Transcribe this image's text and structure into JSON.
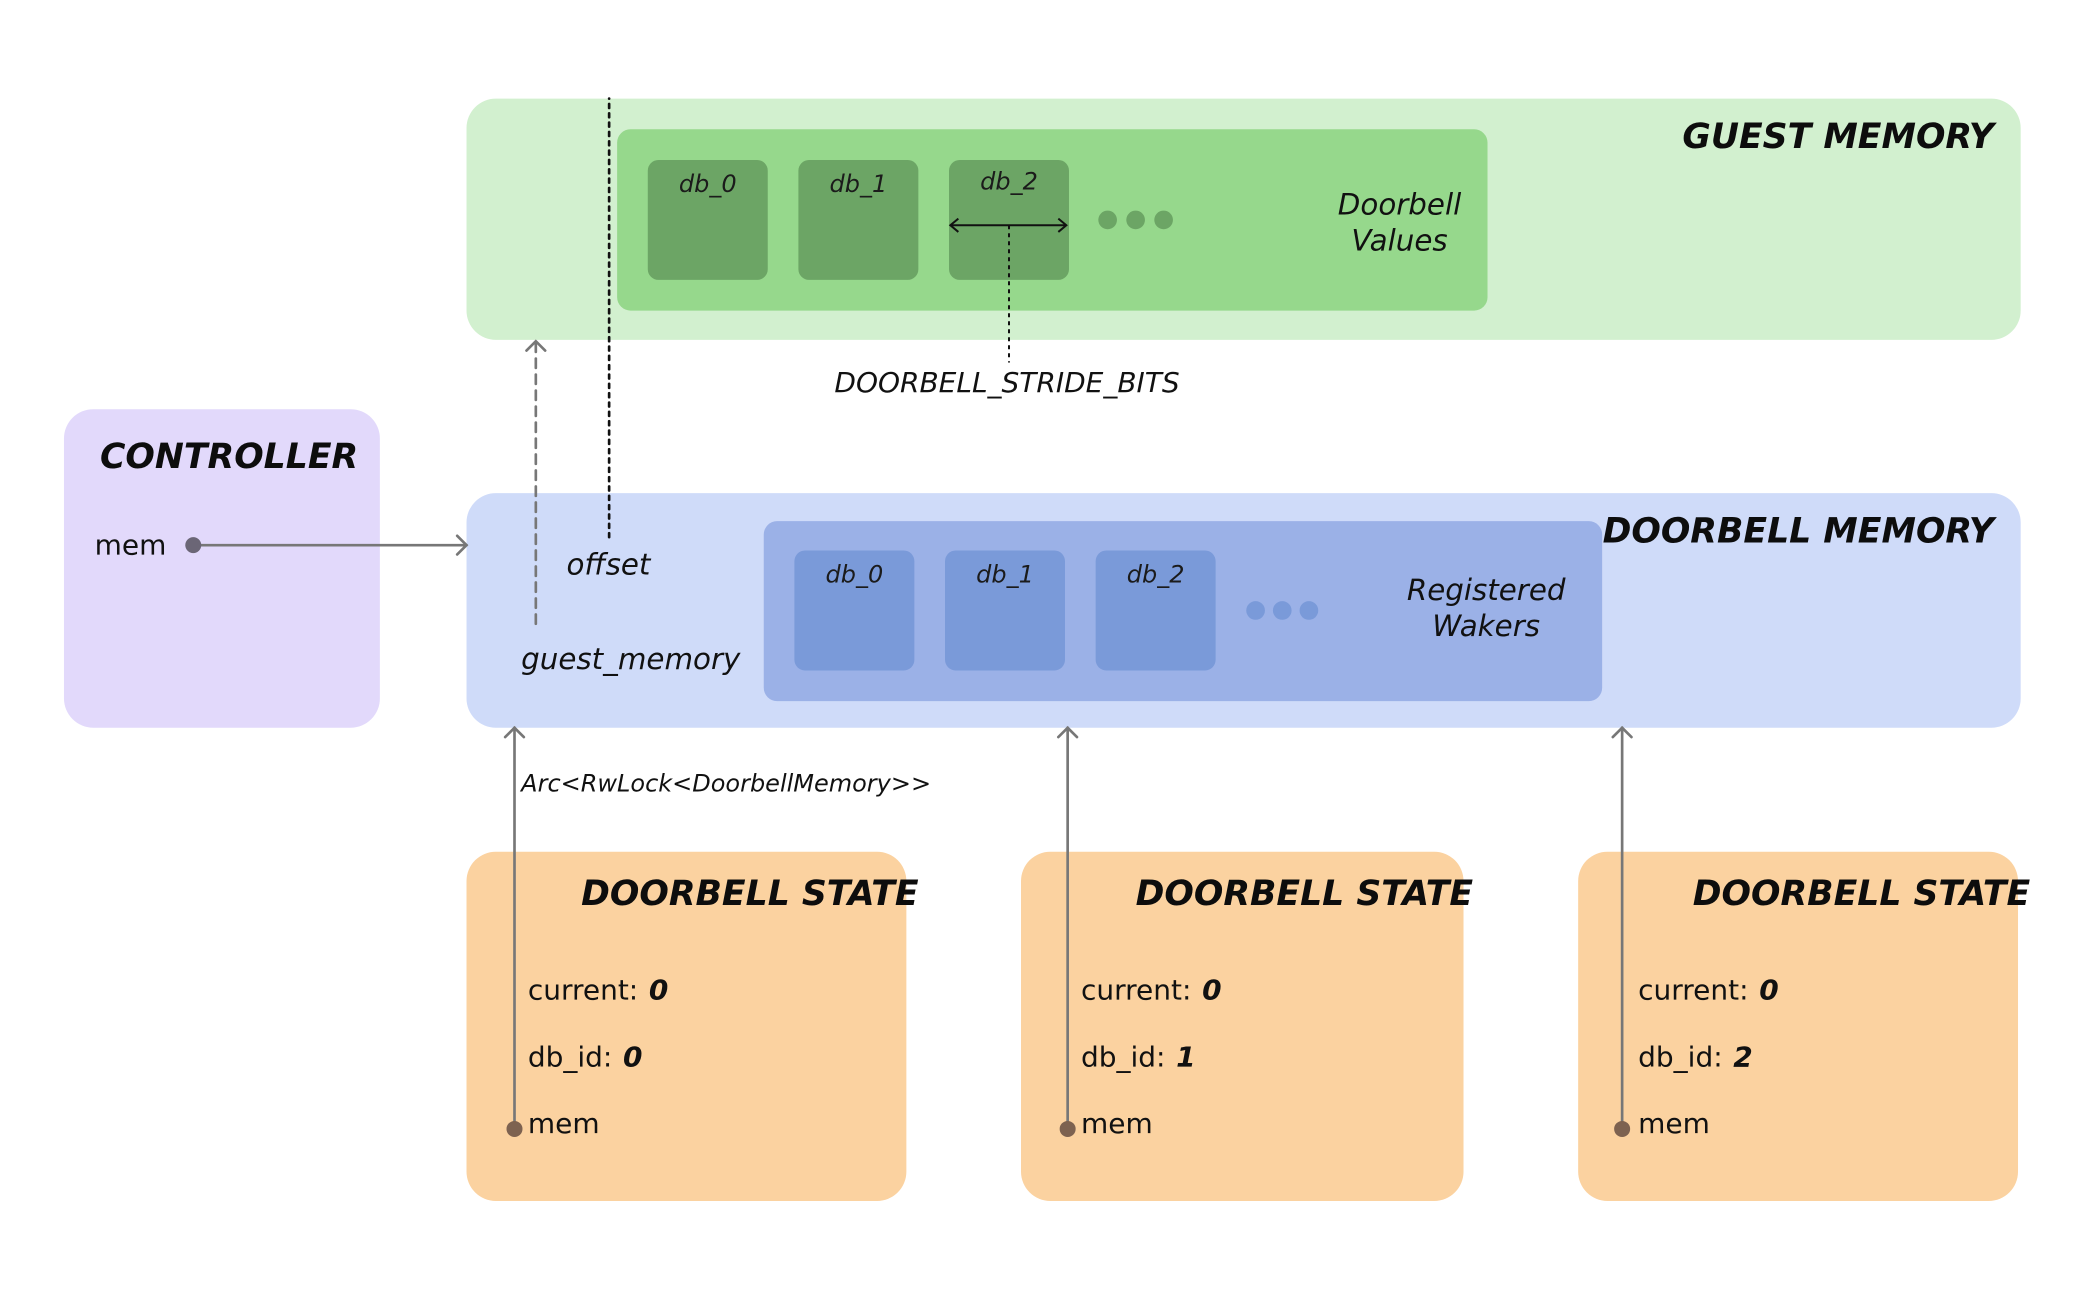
{
  "guest_memory": {
    "title": "GUEST MEMORY",
    "cells": [
      "db_0",
      "db_1",
      "db_2"
    ],
    "inner_label": [
      "Doorbell",
      "Values"
    ],
    "stride_label": "DOORBELL_STRIDE_BITS"
  },
  "doorbell_memory": {
    "title": "DOORBELL MEMORY",
    "offset_label": "offset",
    "guest_memory_label": "guest_memory",
    "cells": [
      "db_0",
      "db_1",
      "db_2"
    ],
    "inner_label": [
      "Registered",
      "Wakers"
    ]
  },
  "controller": {
    "title": "CONTROLLER",
    "mem_label": "mem"
  },
  "arc_label": "Arc<RwLock<DoorbellMemory>>",
  "doorbell_states": [
    {
      "title": "DOORBELL STATE",
      "current_label": "current:",
      "current_value": "0",
      "db_id_label": "db_id:",
      "db_id_value": "0",
      "mem_label": "mem"
    },
    {
      "title": "DOORBELL STATE",
      "current_label": "current:",
      "current_value": "0",
      "db_id_label": "db_id:",
      "db_id_value": "1",
      "mem_label": "mem"
    },
    {
      "title": "DOORBELL STATE",
      "current_label": "current:",
      "current_value": "0",
      "db_id_label": "db_id:",
      "db_id_value": "2",
      "mem_label": "mem"
    }
  ],
  "colors": {
    "guest_outer": "#d2f0cf",
    "guest_inner": "#96d88c",
    "guest_cell": "#6ca565",
    "doorbell_outer": "#cfdbf9",
    "doorbell_inner": "#9bb1e7",
    "doorbell_cell": "#7a9ad9",
    "controller": "#e2d9fb",
    "state": "#fbd2a0",
    "arrow": "#777777"
  }
}
